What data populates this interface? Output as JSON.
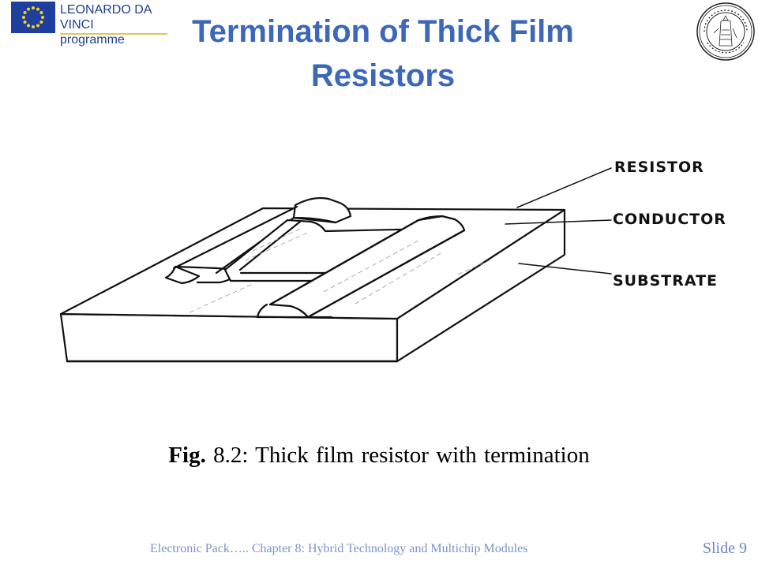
{
  "header": {
    "logo_line1": "LEONARDO DA VINCI",
    "logo_line2": "programme",
    "seal_name": "university-seal-icon",
    "title_line1": "Termination of Thick Film",
    "title_line2": "Resistors"
  },
  "figure": {
    "labels": {
      "resistor": "RESISTOR",
      "conductor": "CONDUCTOR",
      "substrate": "SUBSTRATE"
    },
    "caption_prefix": "Fig.",
    "caption_text": " 8.2: Thick film resistor with termination"
  },
  "footer": {
    "text": "Electronic Pack…..   Chapter 8: Hybrid Technology and Multichip Modules",
    "slide": "Slide 9"
  },
  "colors": {
    "title": "#3d67b8",
    "footer": "#7c93c5",
    "eu_blue": "#1f3f9f",
    "eu_star": "#f5d21a"
  }
}
